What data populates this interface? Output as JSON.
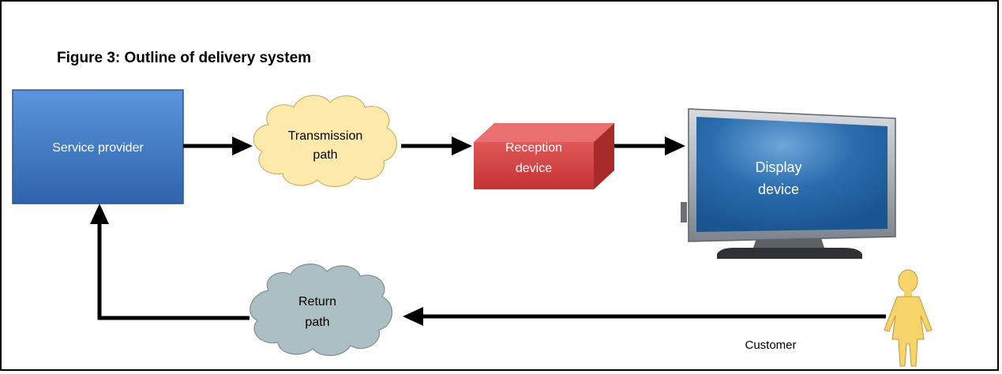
{
  "figure": {
    "title": "Figure 3: Outline of delivery system"
  },
  "nodes": {
    "service_provider": "Service provider",
    "transmission_path_line1": "Transmission",
    "transmission_path_line2": "path",
    "reception_device_line1": "Reception",
    "reception_device_line2": "device",
    "display_device_line1": "Display",
    "display_device_line2": "device",
    "return_path_line1": "Return",
    "return_path_line2": "path",
    "customer": "Customer"
  },
  "colors": {
    "service_provider": "#3d78c4",
    "transmission_cloud": "#fde9a9",
    "reception_box": "#d03b3b",
    "screen": "#1f5f9f",
    "return_cloud": "#aebfc4",
    "customer_figure": "#f7d46a",
    "arrow": "#000000"
  }
}
